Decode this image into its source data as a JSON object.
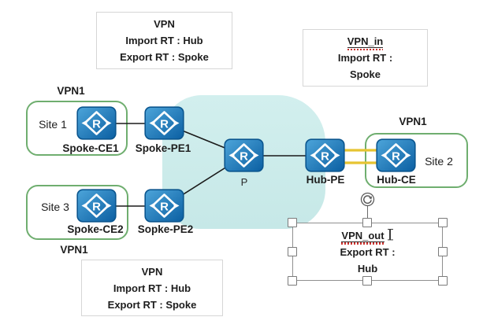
{
  "callouts": {
    "spoke_policy_top": {
      "title": "VPN",
      "import_line": "Import RT : Hub",
      "export_line": "Export RT : Spoke"
    },
    "vpn_in": {
      "title": "VPN_in",
      "line2": "Import RT :",
      "line3": "Spoke"
    },
    "spoke_policy_bottom": {
      "title": "VPN",
      "import_line": "Import RT : Hub",
      "export_line": "Export RT : Spoke"
    },
    "vpn_out": {
      "title": "VPN_out",
      "line2": "Export RT :",
      "line3": "Hub"
    }
  },
  "sites": {
    "site1": {
      "vpn_label": "VPN1",
      "name": "Site 1"
    },
    "site2": {
      "vpn_label": "VPN1",
      "name": "Site 2"
    },
    "site3": {
      "vpn_label": "VPN1",
      "name": "Site 3"
    }
  },
  "nodes": {
    "spoke_ce1": "Spoke-CE1",
    "spoke_pe1": "Spoke-PE1",
    "spoke_ce2": "Spoke-CE2",
    "sopke_pe2": "Sopke-PE2",
    "p": "P",
    "hub_pe": "Hub-PE",
    "hub_ce": "Hub-CE"
  },
  "icons": {
    "router_glyph": "R",
    "rotate_icon": "rotate-clockwise",
    "text_cursor": "i-beam"
  },
  "colors": {
    "router_blue": "#1472b4",
    "cloud_teal": "#cdecec",
    "site_green": "#6fae6f",
    "link_yellow": "#e6c432",
    "line_black": "#1a1a1a",
    "squiggle_red": "#c9302c"
  }
}
